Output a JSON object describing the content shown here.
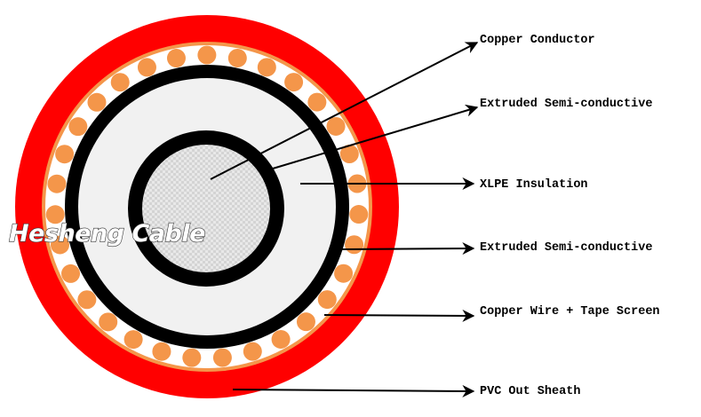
{
  "diagram": {
    "watermark": "Hesheng Cable",
    "colors": {
      "sheath": "#ff0000",
      "tape": "#f4964a",
      "wire": "#f4964a",
      "semicon": "#000000",
      "insulation": "#f1f1f1",
      "conductor": "#e4e4e4"
    },
    "labels": [
      {
        "text": "Copper Conductor"
      },
      {
        "text": "Extruded Semi-conductive"
      },
      {
        "text": "XLPE Insulation"
      },
      {
        "text": "Extruded Semi-conductive"
      },
      {
        "text": "Copper Wire + Tape Screen"
      },
      {
        "text": "PVC Out Sheath"
      }
    ]
  }
}
